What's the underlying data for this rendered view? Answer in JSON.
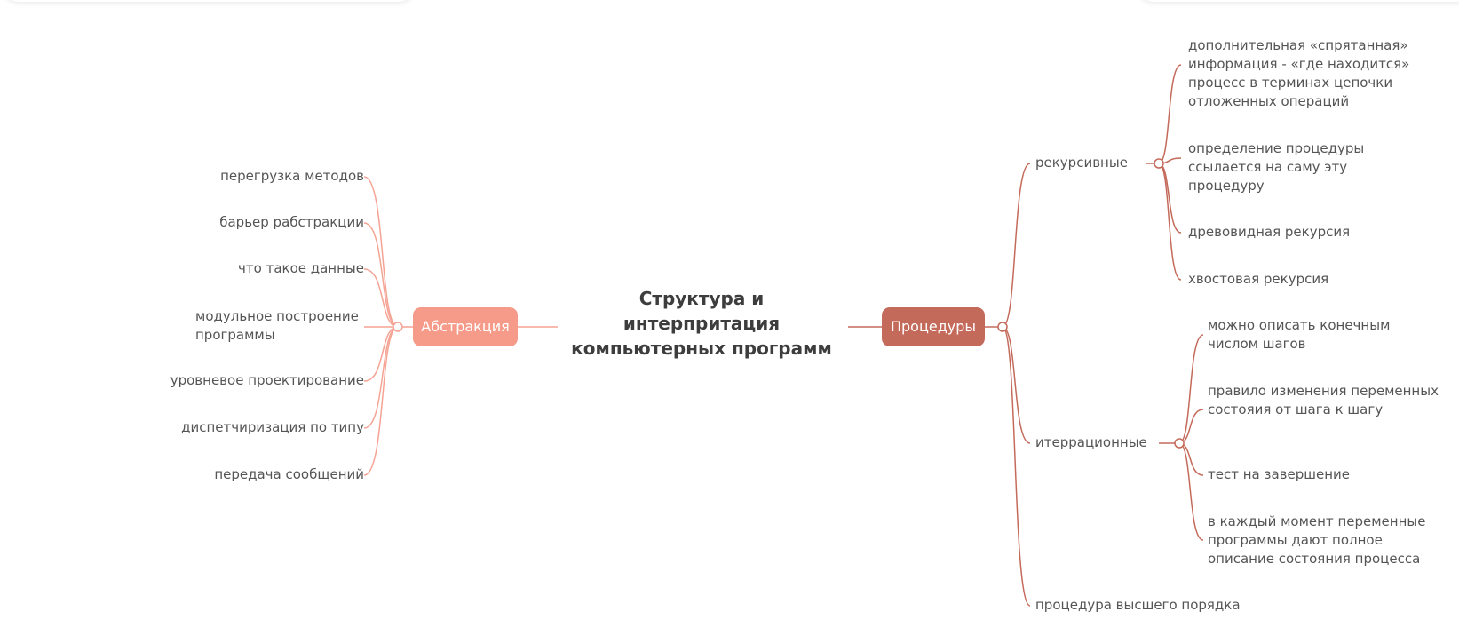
{
  "colors": {
    "abstraction": "#f69b89",
    "procedures": "#c46a5a",
    "left_line": "#f5a394",
    "right_line": "#c46a5a"
  },
  "root": {
    "title_lines": [
      "Структура и",
      "интерпритация",
      "компьютерных программ"
    ]
  },
  "left_branch": {
    "label": "Абстракция",
    "children": [
      "перегрузка методов",
      "барьер рабстракции",
      "что такое данные",
      "модульное построение программы",
      "уровневое проектирование",
      "диспетчиризация по типу",
      "передача сообщений"
    ]
  },
  "right_branch": {
    "label": "Процедуры",
    "recursive": {
      "label": "рекурсивные",
      "children": [
        "дополнительная «спрятанная» информация - «где находится» процесс в терминах цепочки отложенных операций",
        "определение процедуры ссылается на саму эту процедуру",
        "древовидная рекурсия",
        "хвостовая рекурсия"
      ]
    },
    "iterative": {
      "label": "итеррационные",
      "children": [
        "можно описать конечным числом шагов",
        "правило изменения переменных состояия от шага к шагу",
        "тест на завершение",
        "в каждый момент переменные программы дают полное описание состояния процесса"
      ]
    },
    "higher_order": {
      "label": "процедура высшего порядка"
    }
  }
}
